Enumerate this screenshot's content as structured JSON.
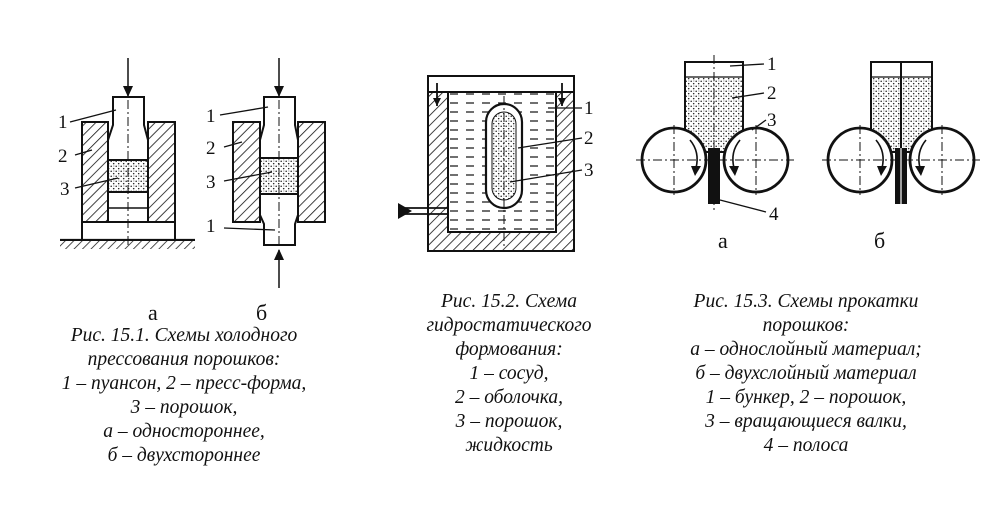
{
  "fig1": {
    "numbers": [
      "1",
      "2",
      "3",
      "1"
    ],
    "sub_a": "а",
    "sub_b": "б",
    "caption": [
      "Рис. 15.1. Схемы холодного",
      "прессования порошков:",
      "1 – пуансон, 2 – пресс-форма,",
      "3 – порошок,",
      "а – одностороннее,",
      "б – двухстороннее"
    ]
  },
  "fig2": {
    "numbers": [
      "1",
      "2",
      "3"
    ],
    "caption": [
      "Рис. 15.2. Схема",
      "гидростатического",
      "формования:",
      "1 – сосуд,",
      "2 – оболочка,",
      "3 – порошок,",
      "жидкость"
    ]
  },
  "fig3": {
    "numbers": [
      "1",
      "2",
      "3",
      "4"
    ],
    "sub_a": "а",
    "sub_b": "б",
    "caption": [
      "Рис. 15.3. Схемы прокатки",
      "порошков:",
      "а – однослойный материал;",
      "б – двухслойный материал",
      "1 – бункер, 2 – порошок,",
      "3 – вращающиеся валки,",
      "4 – полоса"
    ]
  }
}
